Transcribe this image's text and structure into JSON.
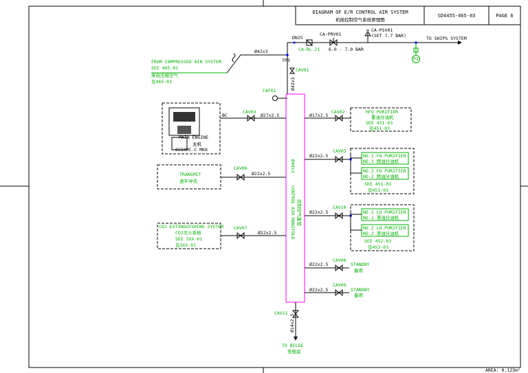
{
  "title_block": {
    "title_en": "DIAGRAM OF E/R CONTROL AIR SYSTEM",
    "title_cn": "机舱控制空气系统原理图",
    "drawing_no": "SD4455-465-03",
    "page": "PAGE  6"
  },
  "top": {
    "from_text": [
      "FROM COMPRESSED AIR SYSTEM",
      "SEE 465-01",
      "来自压缩空气",
      "见465-01"
    ],
    "pipe_a": "Ø42x3",
    "pipe_b": "Ø42x3",
    "tp": "TP3",
    "dn": "DN25",
    "filter": "CA-RL-21",
    "prv": "CA-PRV01",
    "psv": "CA-PSV01",
    "psv_set": "(SET 7.7 BAR)",
    "pressure": "6.0 - 7.0 BAR",
    "to_ship": "TO SHIPS SYSTEM",
    "pi": "PI",
    "cav01": "CAV01"
  },
  "manifold": {
    "name": "CONTROL AIR MANIFOLD",
    "name_cn": "控制空气集管",
    "size": "Ø48x3",
    "cav11": "CAV11"
  },
  "left_side": {
    "engine_name": "MAIN ENGINE",
    "engine_model": "6S50MC-C MK8",
    "engine_cn": "主机",
    "bc": "BC",
    "cav03": "CAV03",
    "pipe_eng": "Ø27x2.5",
    "trans_name": "TRANSMIT",
    "trans_cn": "透平冲洗",
    "cav06": "CAV06",
    "pipe_trans": "Ø22x2.5",
    "fire_lines": [
      "CO2 EXTINGUISHING SYSTEM",
      "CO2灭火系统",
      "SEE 3XX-01",
      "见3XX-01"
    ],
    "cav07": "CAV07",
    "pipe_fire": "Ø22x2.5"
  },
  "right_side": {
    "cav02": "CAV02",
    "pipe_hfo": "Ø17x2.5",
    "hfo_lines": [
      "HFO PURIFIER",
      "重油分油机",
      "SEE 451-03",
      "见451-03"
    ],
    "cav03b": "CAV03",
    "pipe_fo": "Ø22x2.5",
    "fo1": [
      "NO.1 FO PURIFIER",
      "NO.1 燃油分油机"
    ],
    "fo2": [
      "NO.2 FO PURIFIER",
      "NO.2 燃油分油机"
    ],
    "fo_see": [
      "SEE 451-03",
      "见451-03"
    ],
    "cav10": "CAV10",
    "pipe_lo": "Ø22x2.5",
    "lo1": [
      "NO.1 LO PURIFIER",
      "NO.1 滑油分油机"
    ],
    "lo2": [
      "NO.2 LO PURIFIER",
      "NO.2 滑油分油机"
    ],
    "lo_see": [
      "SEE 452-03",
      "见452-03"
    ],
    "cav08": "CAV08",
    "pipe_sb1": "Ø22x2.5",
    "standby1": [
      "STANDBY",
      "备用"
    ],
    "cav09": "CAV09",
    "pipe_sb2": "Ø22x2.5",
    "standby2": [
      "STANDBY",
      "备用"
    ]
  },
  "bottom": {
    "pipe": "Ø14x2.5",
    "to_bilge": "TO BILGE",
    "to_bilge_cn": "至舱底",
    "area": "AREA: 0.123m²"
  }
}
